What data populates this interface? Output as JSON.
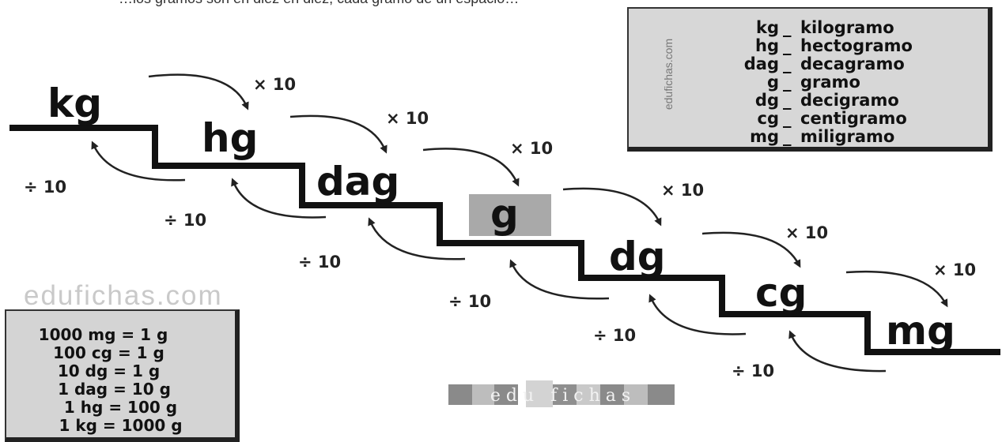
{
  "caption": "…los gramos son en diez en diez, cada gramo de un espacio…",
  "units": [
    "kg",
    "hg",
    "dag",
    "g",
    "dg",
    "cg",
    "mg"
  ],
  "multiply_label": "× 10",
  "divide_label": "÷ 10",
  "legend": {
    "watermark": "edufichas.com",
    "rows": [
      {
        "abbr": "kg",
        "name": "kilogramo"
      },
      {
        "abbr": "hg",
        "name": "hectogramo"
      },
      {
        "abbr": "dag",
        "name": "decagramo"
      },
      {
        "abbr": "g",
        "name": "gramo"
      },
      {
        "abbr": "dg",
        "name": "decigramo"
      },
      {
        "abbr": "cg",
        "name": "centigramo"
      },
      {
        "abbr": "mg",
        "name": "miligramo"
      }
    ],
    "separator": "_"
  },
  "equivalences": [
    "1000 mg = 1 g",
    "100 cg = 1 g",
    "10 dg = 1 g",
    "1 dag = 10 g",
    "1 hg = 100 g",
    "1 kg = 1000 g"
  ],
  "site_watermark": "edufichas.com",
  "logo_text": "edu fichas",
  "colors": {
    "highlight": "#a9a9a9",
    "box": "#d7d7d7",
    "ink": "#111111"
  }
}
